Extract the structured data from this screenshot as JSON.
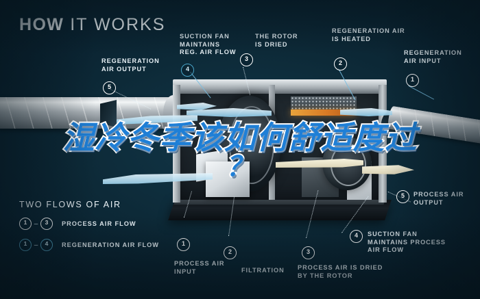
{
  "header": {
    "title_bold": "HOW",
    "title_rest": "IT WORKS"
  },
  "overlay": {
    "line1": "湿冷冬季该如何舒适度过",
    "line2": "？",
    "text_color": "#1f7fd6",
    "stroke_color": "#ffffff"
  },
  "colors": {
    "background": "#0b2430",
    "accent_blue": "#4aa8cc",
    "label_text": "#e8f1f6",
    "heater_orange": "#e8a33c"
  },
  "callouts": [
    {
      "number": "5",
      "label": "REGENERATION\nAIR OUTPUT",
      "style": "white"
    },
    {
      "number": "4",
      "label": "SUCTION FAN\nMAINTAINS\nREG. AIR FLOW",
      "style": "blue"
    },
    {
      "number": "3",
      "label": "THE ROTOR\nIS DRIED",
      "style": "white"
    },
    {
      "number": "2",
      "label": "REGENERATION AIR\nIS HEATED",
      "style": "white"
    },
    {
      "number": "1",
      "label": "REGENERATION\nAIR INPUT",
      "style": "white"
    },
    {
      "number": "5",
      "label": "PROCESS AIR\nOUTPUT",
      "style": "white"
    },
    {
      "number": "4",
      "label": "SUCTION FAN\nMAINTAINS PROCESS\nAIR FLOW",
      "style": "white"
    },
    {
      "number": "3",
      "label": "PROCESS AIR IS DRIED\nBY THE ROTOR",
      "style": "white"
    },
    {
      "number": "2",
      "label": "FILTRATION",
      "style": "white"
    },
    {
      "number": "1",
      "label": "PROCESS AIR\nINPUT",
      "style": "white"
    }
  ],
  "legend": {
    "heading": "TWO FLOWS OF AIR",
    "rows": [
      {
        "from": "1",
        "dash": "–",
        "to": "3",
        "label": "PROCESS AIR FLOW",
        "style": "white"
      },
      {
        "from": "1",
        "dash": "–",
        "to": "4",
        "label": "REGENERATION AIR FLOW",
        "style": "blue"
      }
    ]
  }
}
